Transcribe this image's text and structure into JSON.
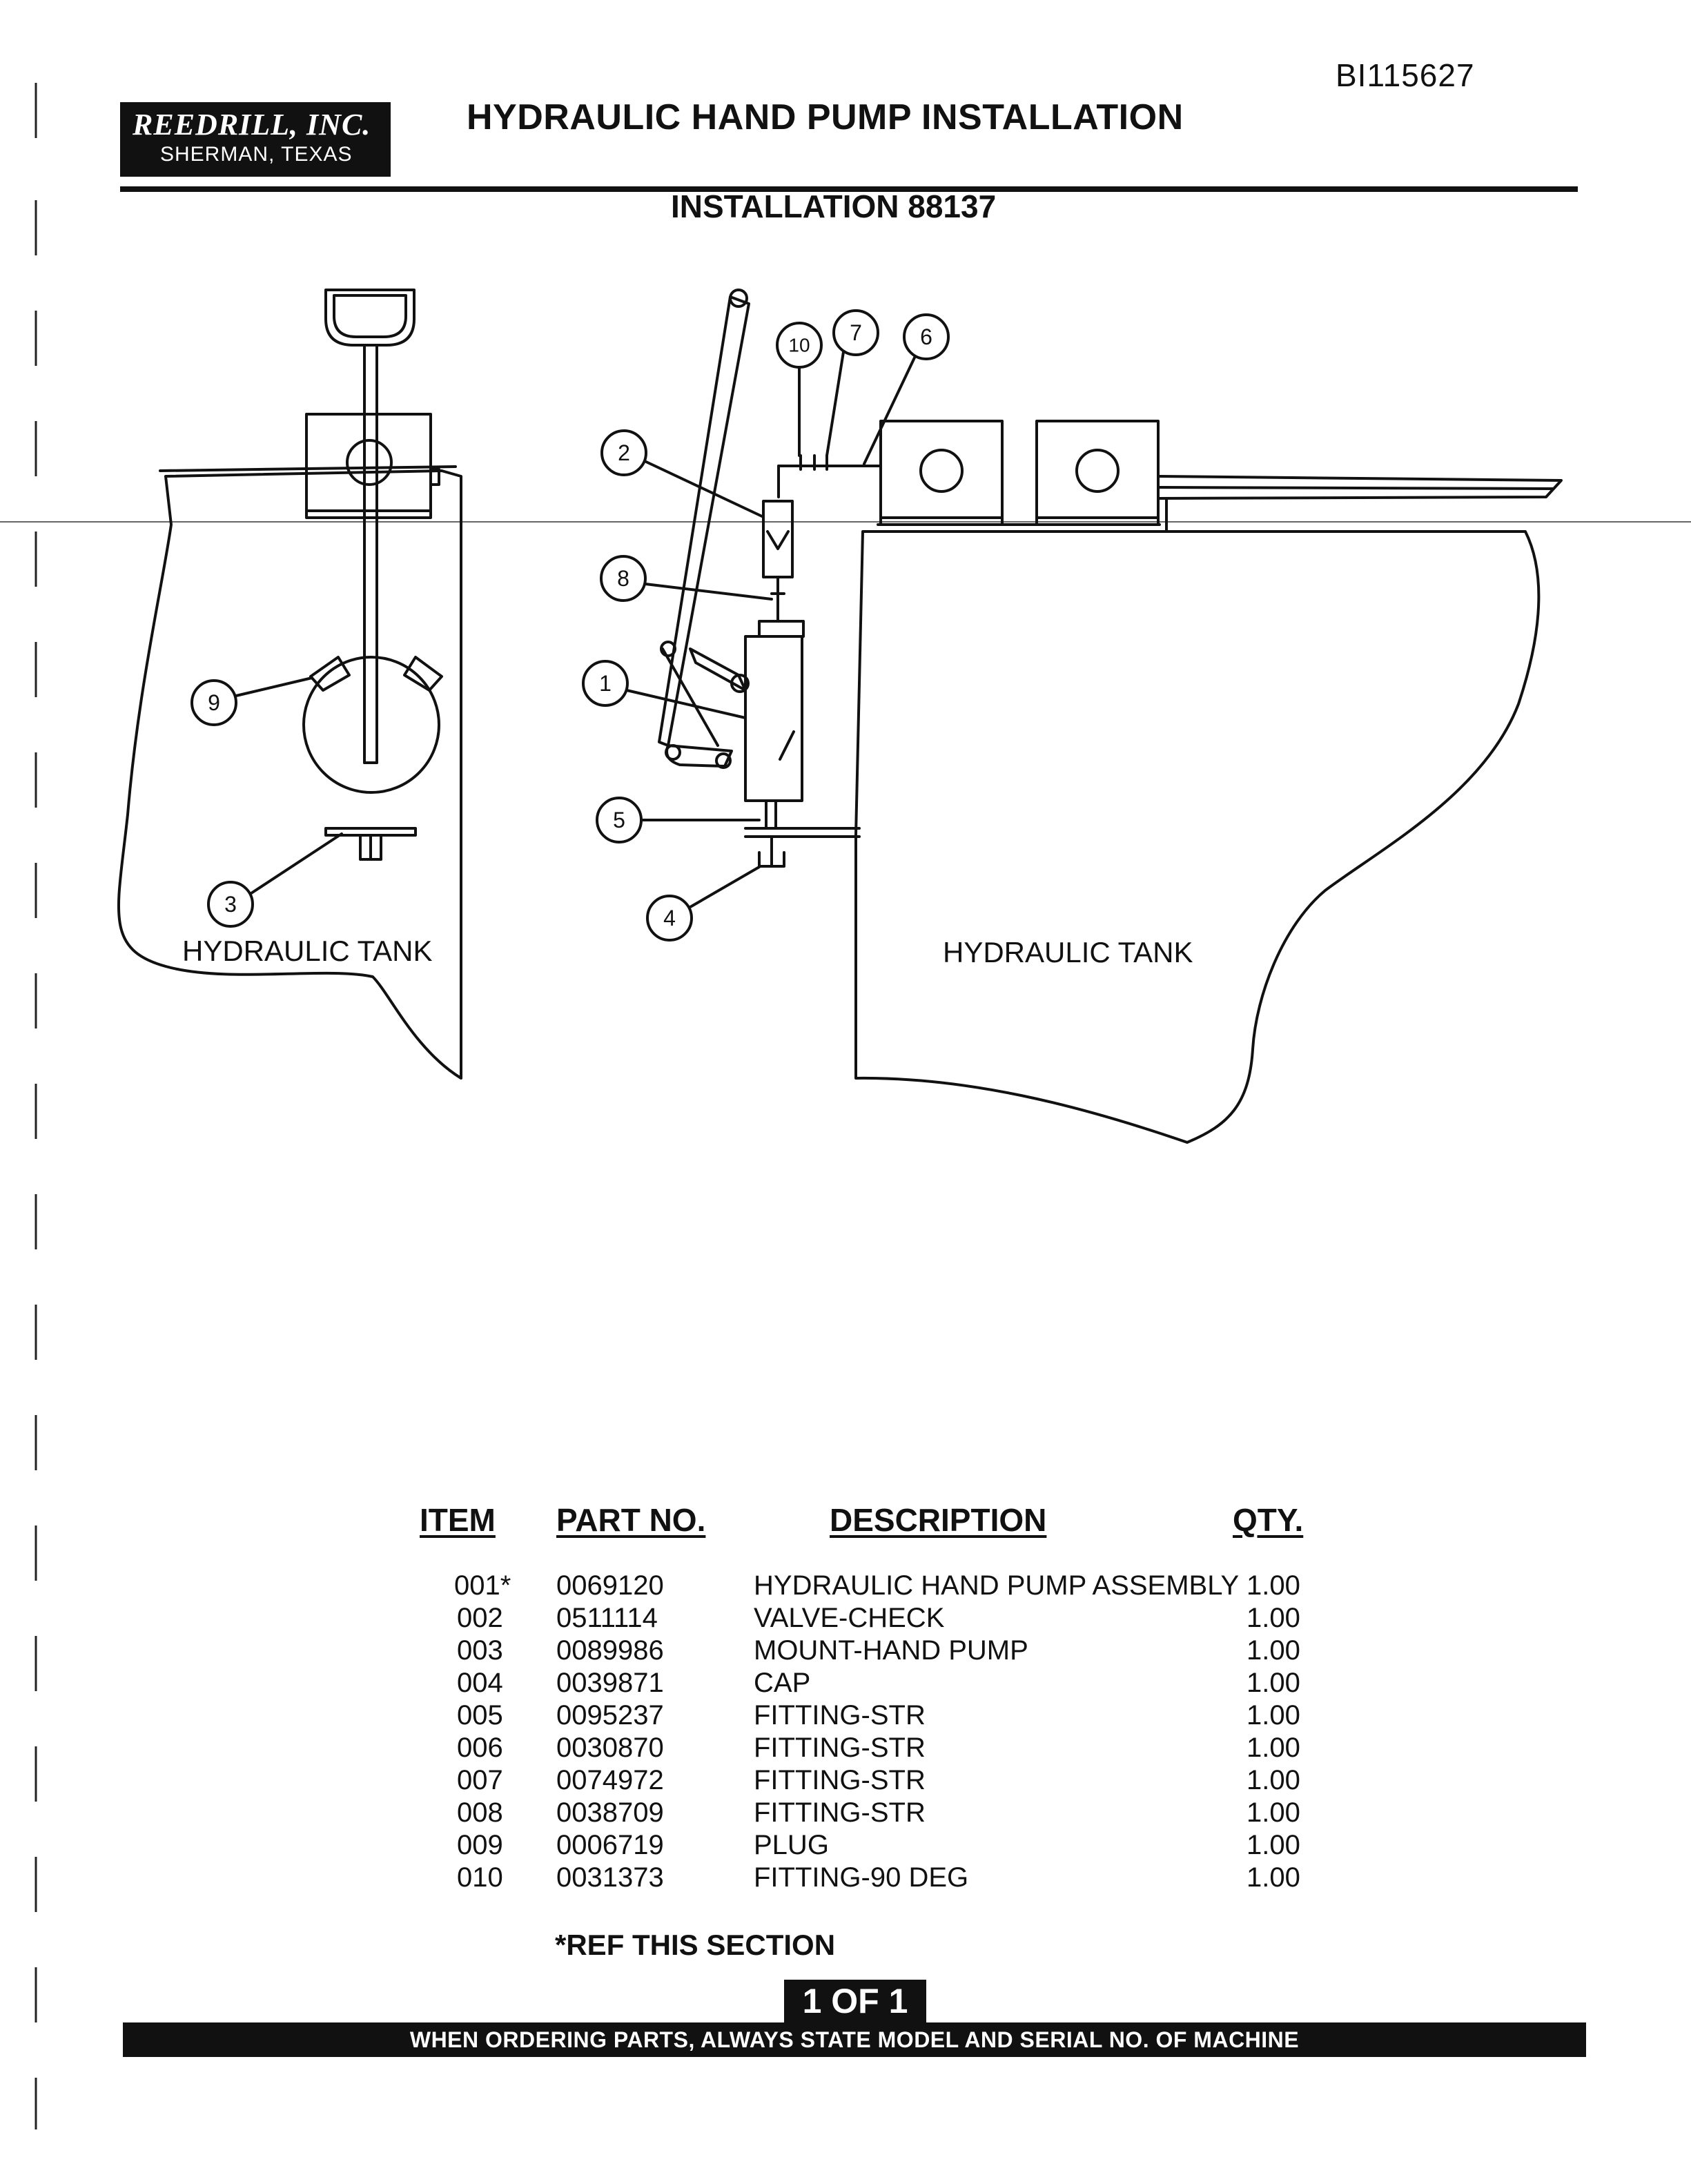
{
  "doc_id": "BI115627",
  "logo": {
    "company": "REEDRILL, INC.",
    "city": "SHERMAN, TEXAS"
  },
  "title": "HYDRAULIC HAND PUMP INSTALLATION",
  "subtitle": "INSTALLATION 88137",
  "diagram": {
    "left_label": "HYDRAULIC TANK",
    "right_label": "HYDRAULIC TANK",
    "callouts": [
      "1",
      "2",
      "3",
      "4",
      "5",
      "6",
      "7",
      "8",
      "9",
      "10"
    ]
  },
  "parts_table": {
    "headers": {
      "item": "ITEM",
      "part_no": "PART NO.",
      "description": "DESCRIPTION",
      "qty": "QTY."
    },
    "rows": [
      {
        "item": "001*",
        "part_no": "0069120",
        "description": "HYDRAULIC HAND PUMP ASSEMBLY",
        "qty": "1.00"
      },
      {
        "item": "002",
        "part_no": "0511114",
        "description": "VALVE-CHECK",
        "qty": "1.00"
      },
      {
        "item": "003",
        "part_no": "0089986",
        "description": "MOUNT-HAND PUMP",
        "qty": "1.00"
      },
      {
        "item": "004",
        "part_no": "0039871",
        "description": "CAP",
        "qty": "1.00"
      },
      {
        "item": "005",
        "part_no": "0095237",
        "description": "FITTING-STR",
        "qty": "1.00"
      },
      {
        "item": "006",
        "part_no": "0030870",
        "description": "FITTING-STR",
        "qty": "1.00"
      },
      {
        "item": "007",
        "part_no": "0074972",
        "description": "FITTING-STR",
        "qty": "1.00"
      },
      {
        "item": "008",
        "part_no": "0038709",
        "description": "FITTING-STR",
        "qty": "1.00"
      },
      {
        "item": "009",
        "part_no": "0006719",
        "description": "PLUG",
        "qty": "1.00"
      },
      {
        "item": "010",
        "part_no": "0031373",
        "description": "FITTING-90 DEG",
        "qty": "1.00"
      }
    ],
    "note": "*REF THIS SECTION"
  },
  "page_indicator": "1 OF 1",
  "footer": "WHEN ORDERING PARTS, ALWAYS STATE MODEL AND SERIAL NO. OF MACHINE"
}
